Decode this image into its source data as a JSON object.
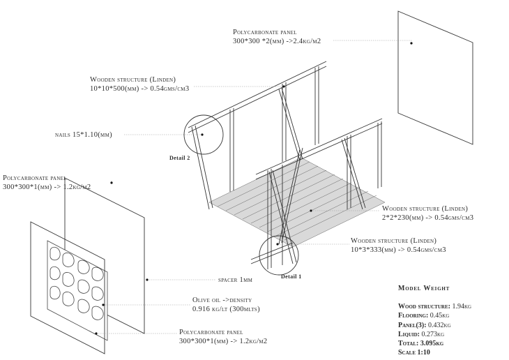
{
  "labels": {
    "panel_top": {
      "title": "Polycarbonate panel",
      "spec": "300*300 *2(mm) ->2.4kg/m2"
    },
    "wood_top": {
      "title": "Wooden structure (Linden)",
      "spec": "10*10*500(mm) -> 0.54gms/cm3"
    },
    "nails": {
      "title": "nails 15*1.10(mm)"
    },
    "panel_mid": {
      "title": "Polycarbonate panel",
      "spec": "300*300*1(mm) -> 1.2kg/m2"
    },
    "wood_floor": {
      "title": "Wooden structure (Linden)",
      "spec": "2*2*230(mm) -> 0.54gms/cm3"
    },
    "wood_side": {
      "title": "Wooden structure (Linden)",
      "spec": "10*3*333(mm) -> 0.54gms/cm3"
    },
    "spacer": {
      "title": "spacer 1mm"
    },
    "oil": {
      "title": "Olive oil ->density",
      "spec": "0.916 kg/lt (300mlts)"
    },
    "panel_bottom": {
      "title": "Polycarbonate panel",
      "spec": "300*300*1(mm) -> 1.2kg/m2"
    }
  },
  "details": {
    "detail2": "Detail 2",
    "detail1": "Detail 1"
  },
  "model_weight": {
    "heading": "Model Weight",
    "rows": [
      {
        "key": "Wood structure:",
        "value": " 1.94kg"
      },
      {
        "key": "Flooring:",
        "value": " 0.45kg"
      },
      {
        "key": "Panel(3):",
        "value": " 0.432kg"
      },
      {
        "key": "Liquid:",
        "value": " 0.273kg"
      },
      {
        "key": "Total: 3.095kg",
        "value": ""
      },
      {
        "key": "Scale 1:10",
        "value": ""
      }
    ]
  }
}
